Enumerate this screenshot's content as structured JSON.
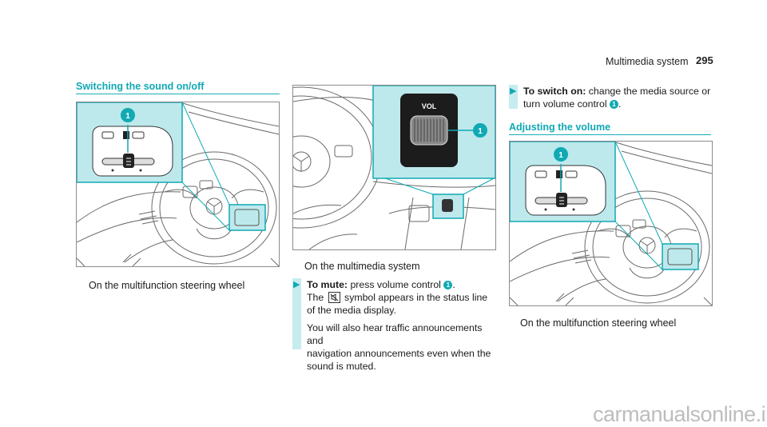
{
  "header": {
    "section": "Multimedia system",
    "page": "295"
  },
  "left": {
    "heading": "Switching the sound on/off",
    "callout": "1",
    "caption": "On the multifunction steering wheel"
  },
  "middle": {
    "vol_label": "VOL",
    "callout": "1",
    "caption": "On the multimedia system",
    "instruction": {
      "label": "To mute:",
      "line1": "press volume control",
      "badge": "1",
      "line1_end": ".",
      "line2_start": "The",
      "line2_end": "symbol appears in the status line",
      "line3": "of the media display.",
      "line4": "You will also hear traffic announcements and",
      "line5": "navigation announcements even when the",
      "line6": "sound is muted."
    }
  },
  "right": {
    "instruction": {
      "label": "To switch on:",
      "line1": "change the media source or",
      "line2": "turn volume control",
      "badge": "1",
      "line2_end": "."
    },
    "heading": "Adjusting the volume",
    "callout": "1",
    "caption": "On the multifunction steering wheel"
  },
  "footer": {
    "watermark": "carmanualsonline.info"
  },
  "colors": {
    "accent": "#10a9b4",
    "inset": "#bde9ec",
    "line_art": "#555555"
  },
  "icons": {
    "arrow": "play-arrow-icon",
    "mute": "speaker-mute-icon",
    "callout": "number-badge-icon"
  }
}
